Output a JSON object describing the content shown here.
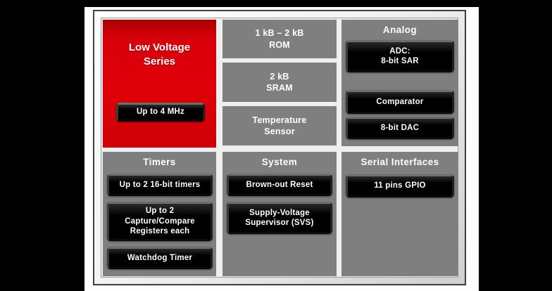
{
  "palette": {
    "background": "#000000",
    "panel": "#fdfdfd",
    "frame_face": "#efefef",
    "block_gray": "#7f7f7f",
    "accent_red": "#d8000a",
    "button_black": "#000000",
    "text_white": "#ffffff"
  },
  "diagram": {
    "series_block": {
      "title": "Low Voltage\nSeries",
      "button": "Up to 4 MHz"
    },
    "memory_blocks": [
      {
        "label": "1 kB – 2 kB\nROM"
      },
      {
        "label": "2 kB\nSRAM"
      },
      {
        "label": "Temperature\nSensor"
      }
    ],
    "sections": {
      "analog": {
        "title": "Analog",
        "buttons": [
          {
            "label": "ADC:\n8-bit SAR"
          },
          {
            "label": "Comparator"
          },
          {
            "label": "8-bit DAC"
          }
        ]
      },
      "timers": {
        "title": "Timers",
        "buttons": [
          {
            "label": "Up to 2 16-bit timers"
          },
          {
            "label": "Up to 2\nCapture/Compare\nRegisters each"
          },
          {
            "label": "Watchdog Timer"
          }
        ]
      },
      "system": {
        "title": "System",
        "buttons": [
          {
            "label": "Brown-out Reset"
          },
          {
            "label": "Supply-Voltage\nSupervisor (SVS)"
          }
        ]
      },
      "serial": {
        "title": "Serial Interfaces",
        "buttons": [
          {
            "label": "11 pins GPIO"
          }
        ]
      }
    }
  }
}
